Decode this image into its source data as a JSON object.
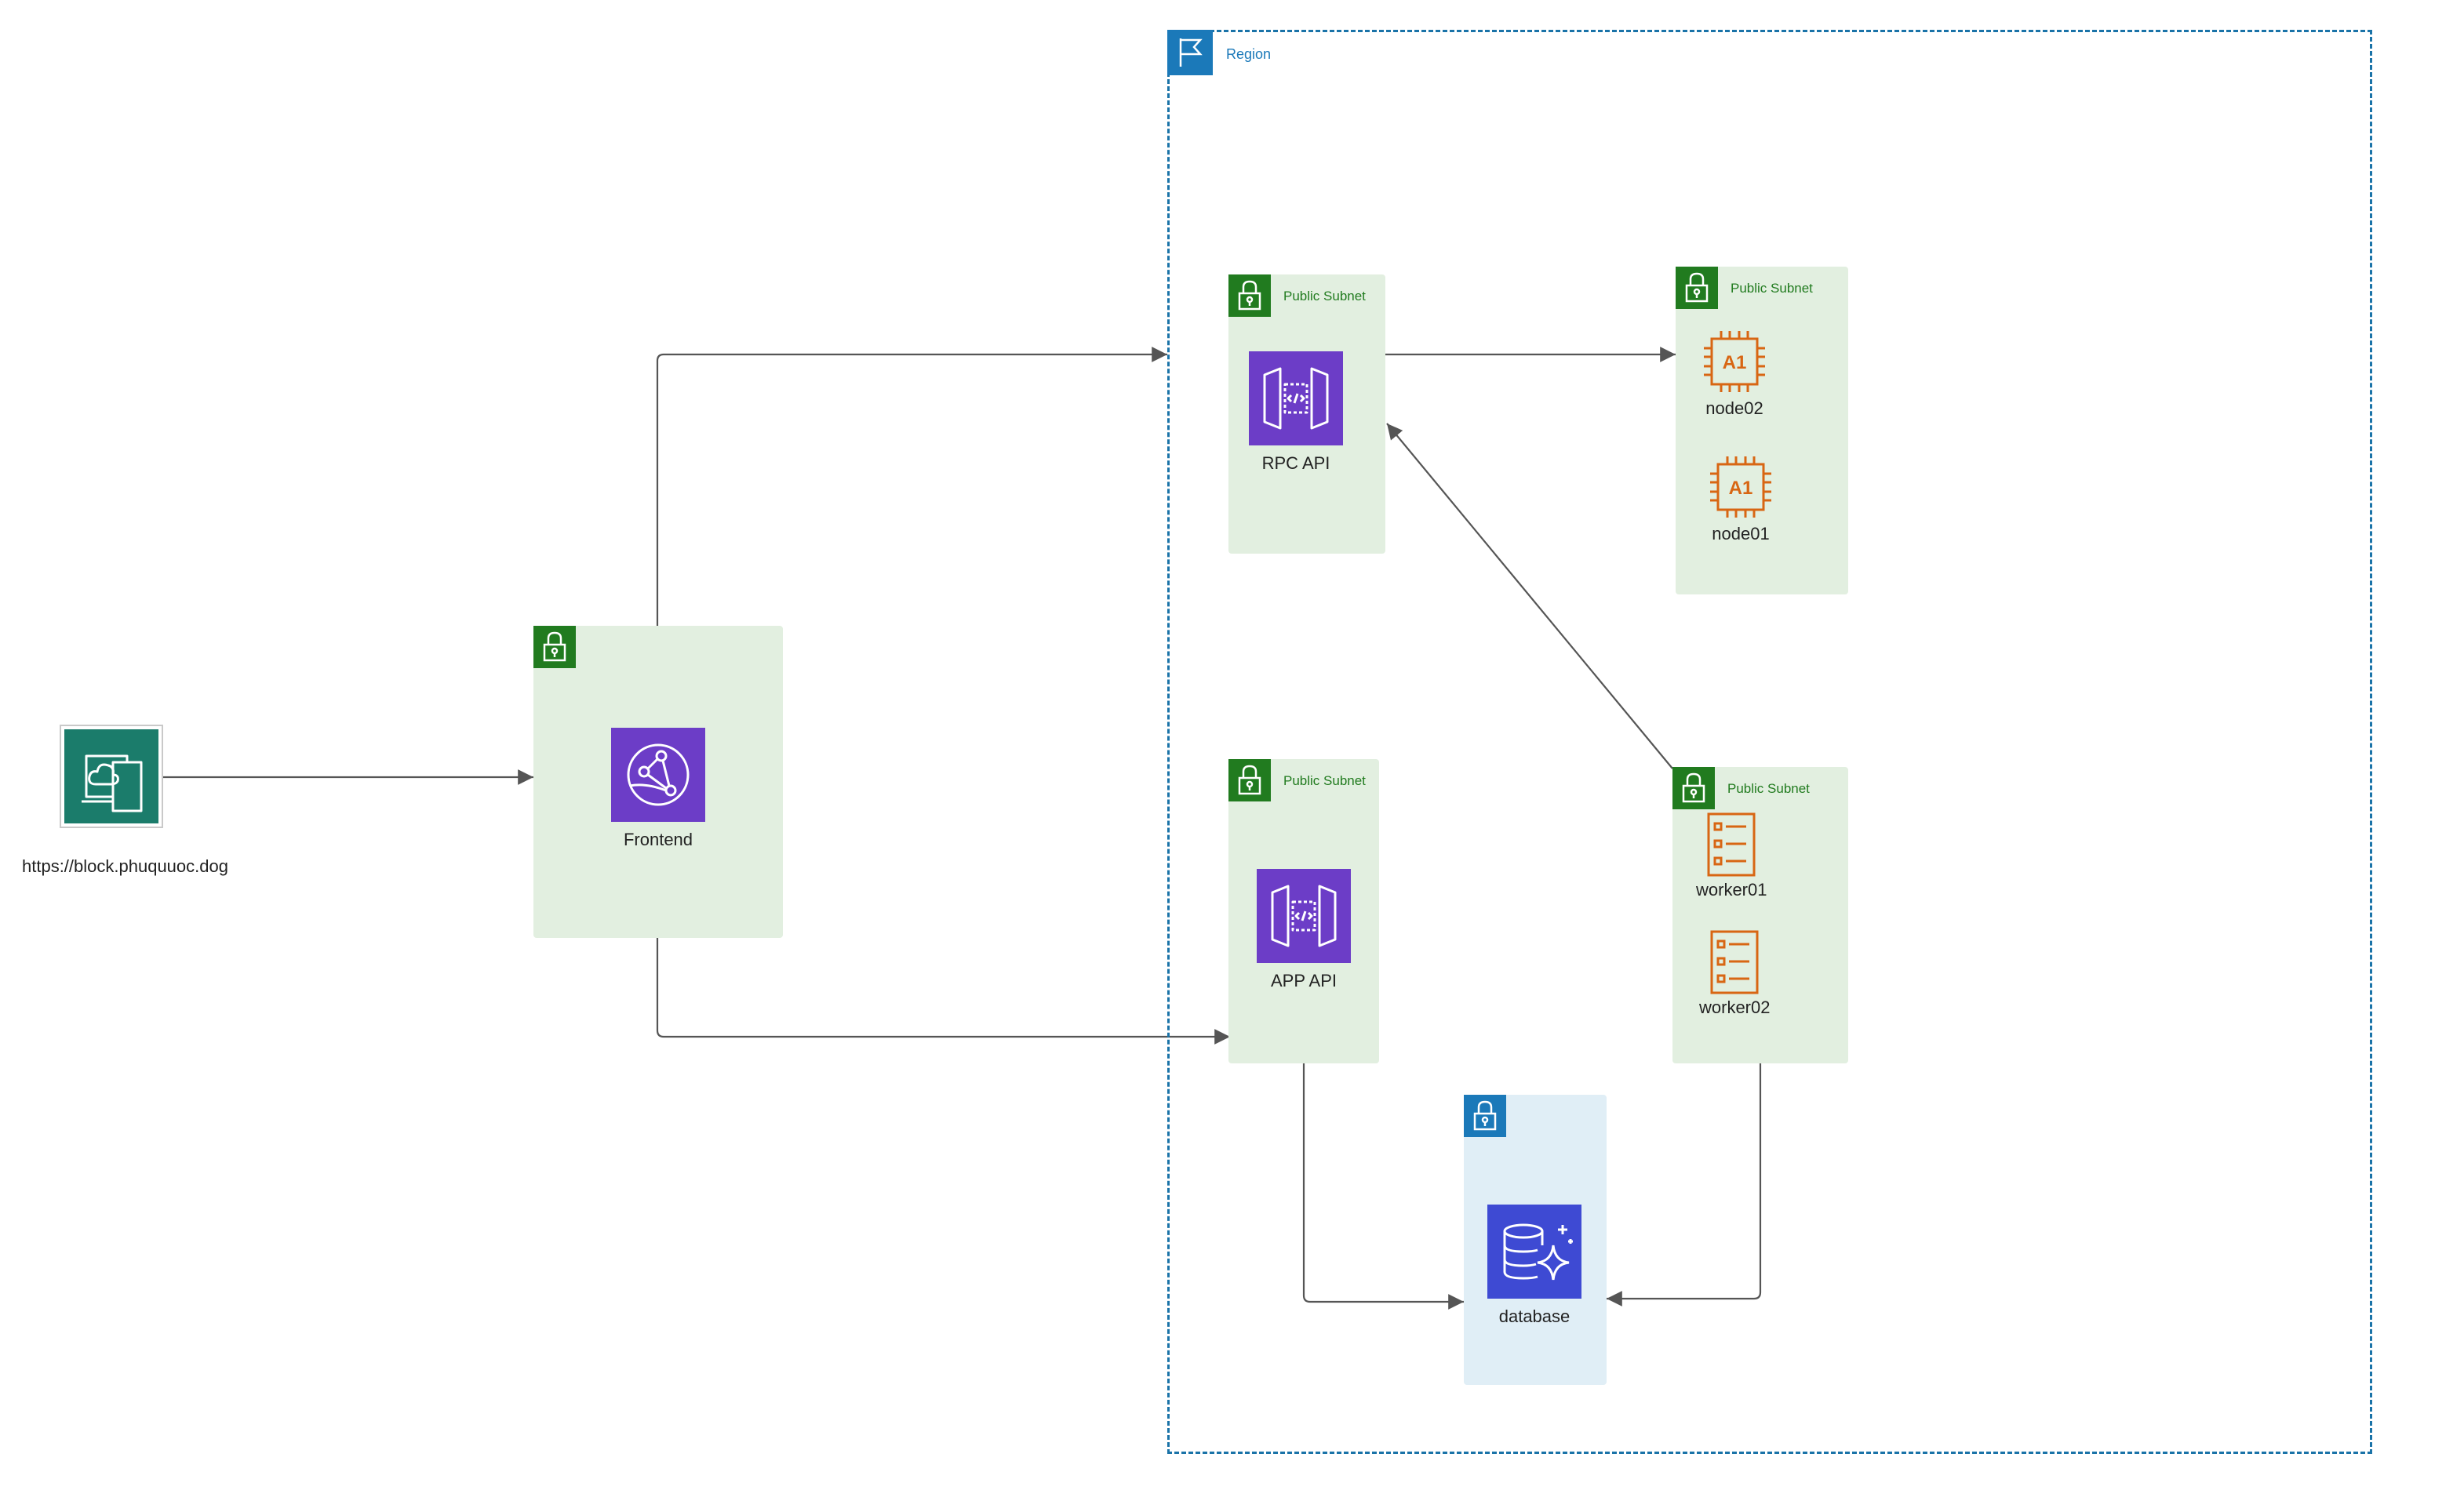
{
  "region": {
    "label": "Region"
  },
  "client": {
    "url": "https://block.phuquuoc.dog"
  },
  "frontend": {
    "label": "Frontend"
  },
  "rpc_subnet": {
    "label": "Public Subnet",
    "service_label": "RPC API"
  },
  "node_subnet": {
    "label": "Public Subnet",
    "nodes": [
      "node02",
      "node01"
    ]
  },
  "app_subnet": {
    "label": "Public Subnet",
    "service_label": "APP API"
  },
  "worker_subnet": {
    "label": "Public Subnet",
    "workers": [
      "worker01",
      "worker02"
    ]
  },
  "database": {
    "label": "database"
  },
  "icons": {
    "client": "client-cloud-icon",
    "frontend": "cloudfront-icon",
    "rpc": "api-gateway-icon",
    "app": "api-gateway-icon",
    "node": "a1-instance-icon",
    "worker": "worker-list-icon",
    "database": "aurora-database-icon",
    "lock": "lock-icon",
    "flag": "flag-icon"
  },
  "colors": {
    "subnet_fill": "#e2efe0",
    "subnet_accent": "#217b1f",
    "region_border": "#1a73a8",
    "service_purple": "#6c3dc7",
    "database_indigo": "#3e4ad3",
    "instance_orange": "#d86613",
    "client_teal": "#1b7c6b"
  }
}
